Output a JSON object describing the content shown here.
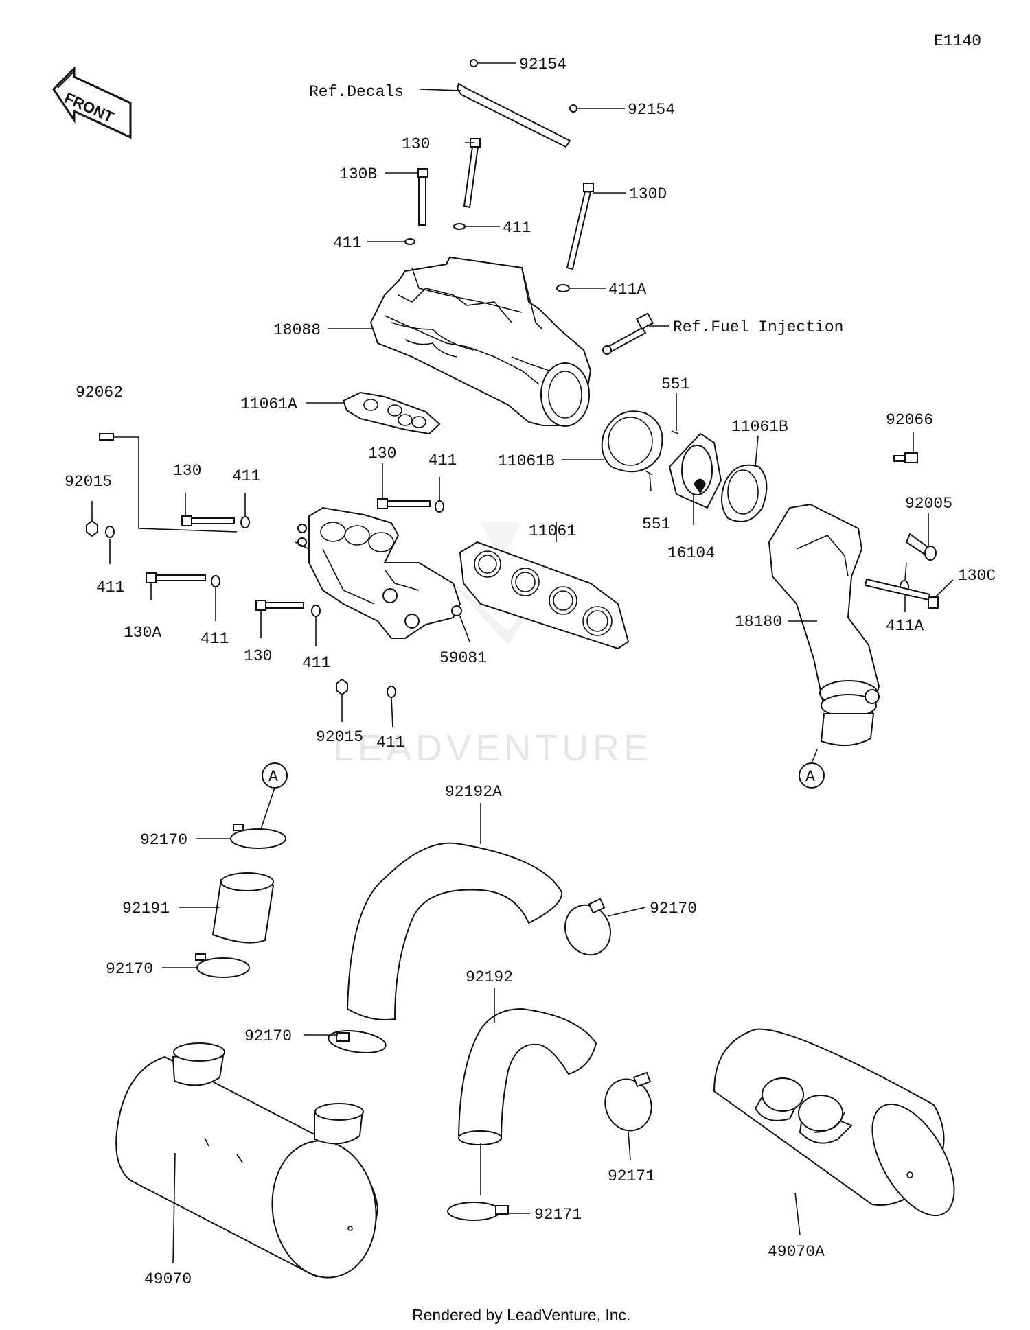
{
  "diagram_code": "E1140",
  "front_label": "FRONT",
  "watermark": "LEADVENTURE",
  "footer": "Rendered by LeadVenture, Inc.",
  "ref_decals": "Ref.Decals",
  "ref_fuel": "Ref.Fuel Injection",
  "callout_a": "A",
  "parts": {
    "p92154a": "92154",
    "p92154b": "92154",
    "p130top": "130",
    "p130b": "130B",
    "p130d": "130D",
    "p411a": "411",
    "p411b": "411",
    "p411A1": "411A",
    "p18088": "18088",
    "p551a": "551",
    "p551b": "551",
    "p11061B1": "11061B",
    "p11061B2": "11061B",
    "p92066": "92066",
    "p11061A": "11061A",
    "p92062": "92062",
    "p92015a": "92015",
    "p130mid": "130",
    "p411c": "411",
    "p130mid2": "130",
    "p411d": "411",
    "p11061": "11061",
    "p92005": "92005",
    "p16104": "16104",
    "p130C": "130C",
    "p411e": "411",
    "p130A": "130A",
    "p411f": "411",
    "p130low": "130",
    "p411g": "411",
    "p59081": "59081",
    "p18180": "18180",
    "p411A2": "411A",
    "p92015b": "92015",
    "p411h": "411",
    "p92192A": "92192A",
    "p92170a": "92170",
    "p92191": "92191",
    "p92170b": "92170",
    "p92170c": "92170",
    "p92192": "92192",
    "p92170d": "92170",
    "p92171a": "92171",
    "p92171b": "92171",
    "p49070": "49070",
    "p49070A": "49070A"
  }
}
